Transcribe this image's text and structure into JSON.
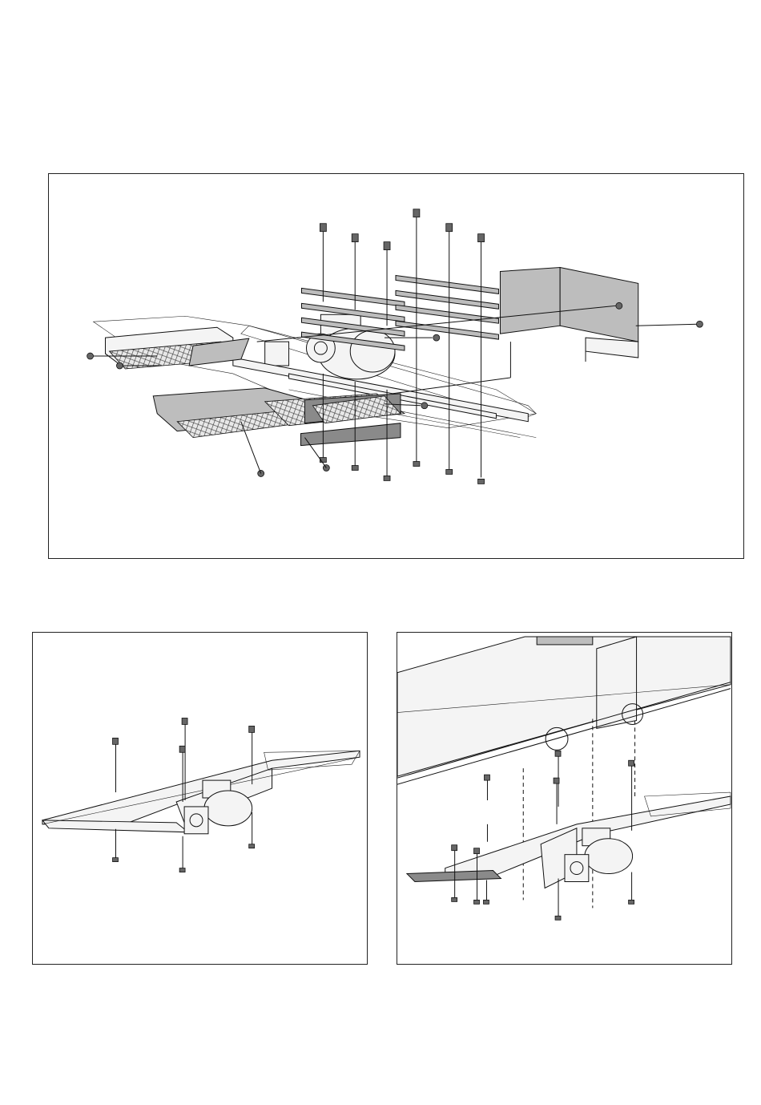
{
  "figures": [
    {
      "id": "exploded-view"
    },
    {
      "id": "bolt-assembly"
    },
    {
      "id": "frame-mounting"
    }
  ]
}
